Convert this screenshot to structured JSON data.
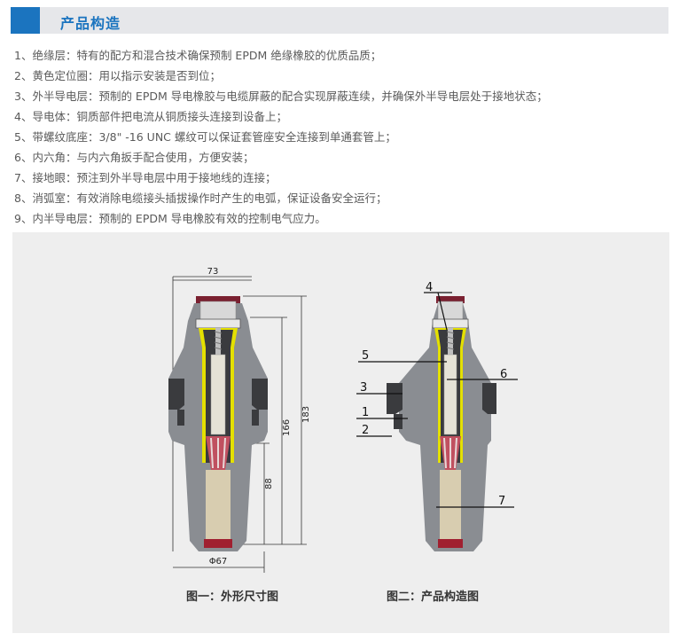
{
  "section": {
    "title": "产品构造"
  },
  "features": [
    "1、绝缘层：特有的配方和混合技术确保预制 EPDM 绝缘橡胶的优质品质；",
    "2、黄色定位圈：用以指示安装是否到位；",
    "3、外半导电层：预制的 EPDM 导电橡胶与电缆屏蔽的配合实现屏蔽连续，并确保外半导电层处于接地状态；",
    "4、导电体：铜质部件把电流从铜质接头连接到设备上；",
    "5、带螺纹底座：3/8\" -16 UNC 螺纹可以保证套管座安全连接到单通套管上；",
    "6、内六角：与内六角扳手配合使用，方便安装；",
    "7、接地眼：预注到外半导电层中用于接地线的连接；",
    "8、消弧室：有效消除电缆接头插拔操作时产生的电弧，保证设备安全运行；",
    "9、内半导电层：预制的 EPDM 导电橡胶有效的控制电气应力。"
  ],
  "figure1": {
    "caption": "图一：外形尺寸图",
    "dim_top": "73",
    "dim_183": "183",
    "dim_166": "166",
    "dim_88": "88",
    "dim_bottom": "Φ67"
  },
  "figure2": {
    "caption": "图二：产品构造图",
    "labels": [
      "4",
      "5",
      "6",
      "3",
      "1",
      "2",
      "7"
    ]
  },
  "colors": {
    "accent": "#1b74bf",
    "rubber_gray": "#8a8d92",
    "dark_rubber": "#3a3b3e",
    "yellow": "#e4e000",
    "cream": "#d8cdb0",
    "red": "#a02030"
  }
}
